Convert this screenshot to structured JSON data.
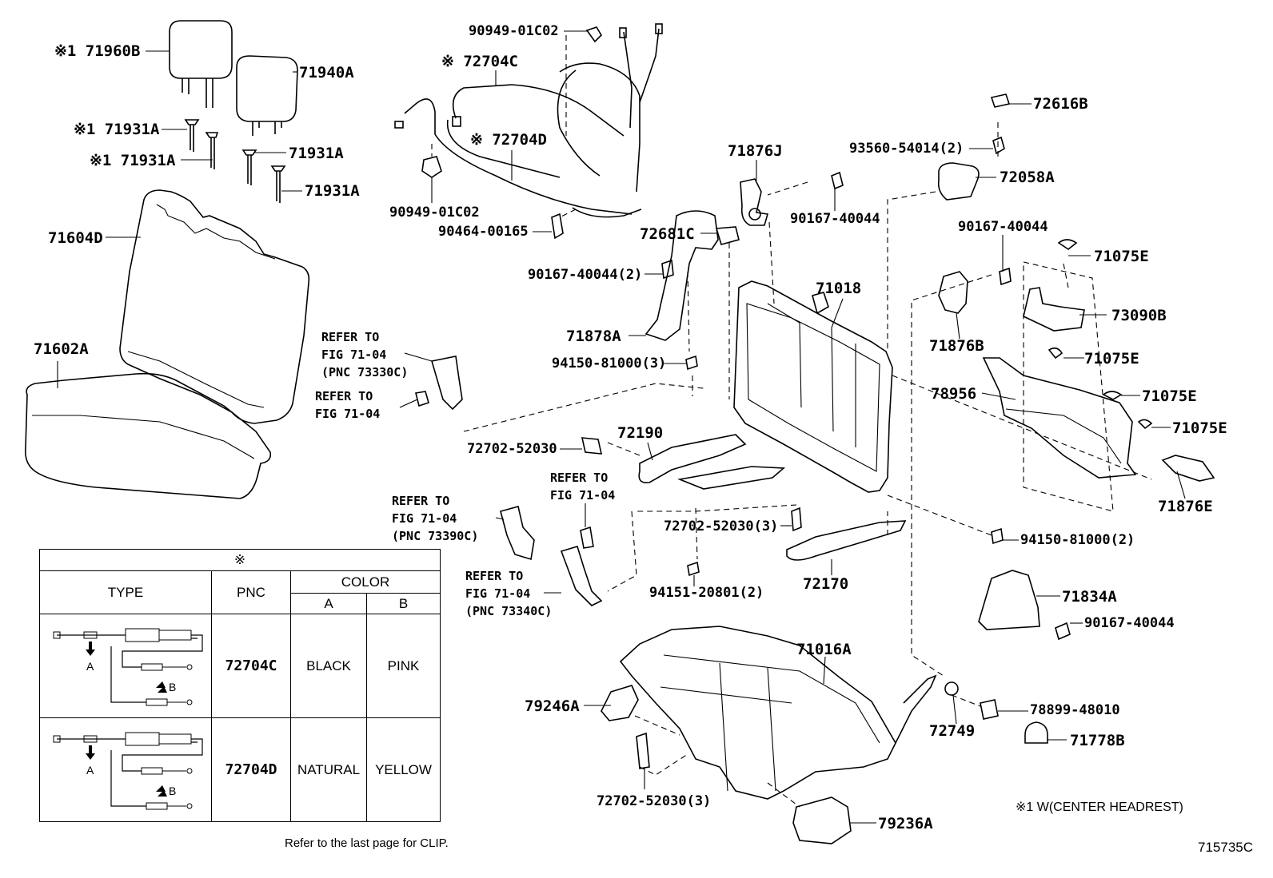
{
  "diagram_code": "715735C",
  "footnote_clip": "Refer to the last page for CLIP.",
  "footnote_note1": "※1 W(CENTER HEADREST)",
  "part_labels": {
    "p71960B": "※1 71960B",
    "p71940A": "71940A",
    "p71931A_1": "※1 71931A",
    "p71931A_2": "※1 71931A",
    "p71931A_3": "71931A",
    "p71931A_4": "71931A",
    "p71604D": "71604D",
    "p71602A": "71602A",
    "p90949_top": "90949-01C02",
    "p72704C": "※ 72704C",
    "p72704D": "※ 72704D",
    "p90949_bot": "90949-01C02",
    "p90464": "90464-00165",
    "p72616B": "72616B",
    "p93560": "93560-54014(2)",
    "p72058A": "72058A",
    "p71876J": "71876J",
    "p90167_a": "90167-40044",
    "p90167_b": "90167-40044",
    "p72681C": "72681C",
    "p90167_c": "90167-40044(2)",
    "p71018": "71018",
    "p71075E_1": "71075E",
    "p73090B": "73090B",
    "p71876B": "71876B",
    "p71075E_2": "71075E",
    "p71878A": "71878A",
    "p94150_a": "94150-81000(3)",
    "p78956": "78956",
    "p71075E_3": "71075E",
    "p71075E_4": "71075E",
    "p72702_a": "72702-52030",
    "p72190": "72190",
    "p71876E": "71876E",
    "p72702_b": "72702-52030(3)",
    "p94150_b": "94150-81000(2)",
    "p94151": "94151-20801(2)",
    "p72170": "72170",
    "p71834A": "71834A",
    "p90167_d": "90167-40044",
    "p71016A": "71016A",
    "p79246A": "79246A",
    "p72749": "72749",
    "p78899": "78899-48010",
    "p71778B": "71778B",
    "p72702_c": "72702-52030(3)",
    "p79236A": "79236A"
  },
  "references": {
    "ref1": [
      "REFER TO",
      "FIG 71-04",
      "(PNC 73330C)"
    ],
    "ref2": [
      "REFER TO",
      "FIG 71-04"
    ],
    "ref3": [
      "REFER TO",
      "FIG 71-04"
    ],
    "ref4": [
      "REFER TO",
      "FIG 71-04",
      "(PNC 73390C)"
    ],
    "ref5": [
      "REFER TO",
      "FIG 71-04",
      "(PNC 73340C)"
    ]
  },
  "legend": {
    "symbol": "※",
    "col_type": "TYPE",
    "col_pnc": "PNC",
    "col_color": "COLOR",
    "col_a": "A",
    "col_b": "B",
    "arrow_a": "A",
    "arrow_b": "B",
    "rows": [
      {
        "pnc": "72704C",
        "color_a": "BLACK",
        "color_b": "PINK"
      },
      {
        "pnc": "72704D",
        "color_a": "NATURAL",
        "color_b": "YELLOW"
      }
    ]
  }
}
